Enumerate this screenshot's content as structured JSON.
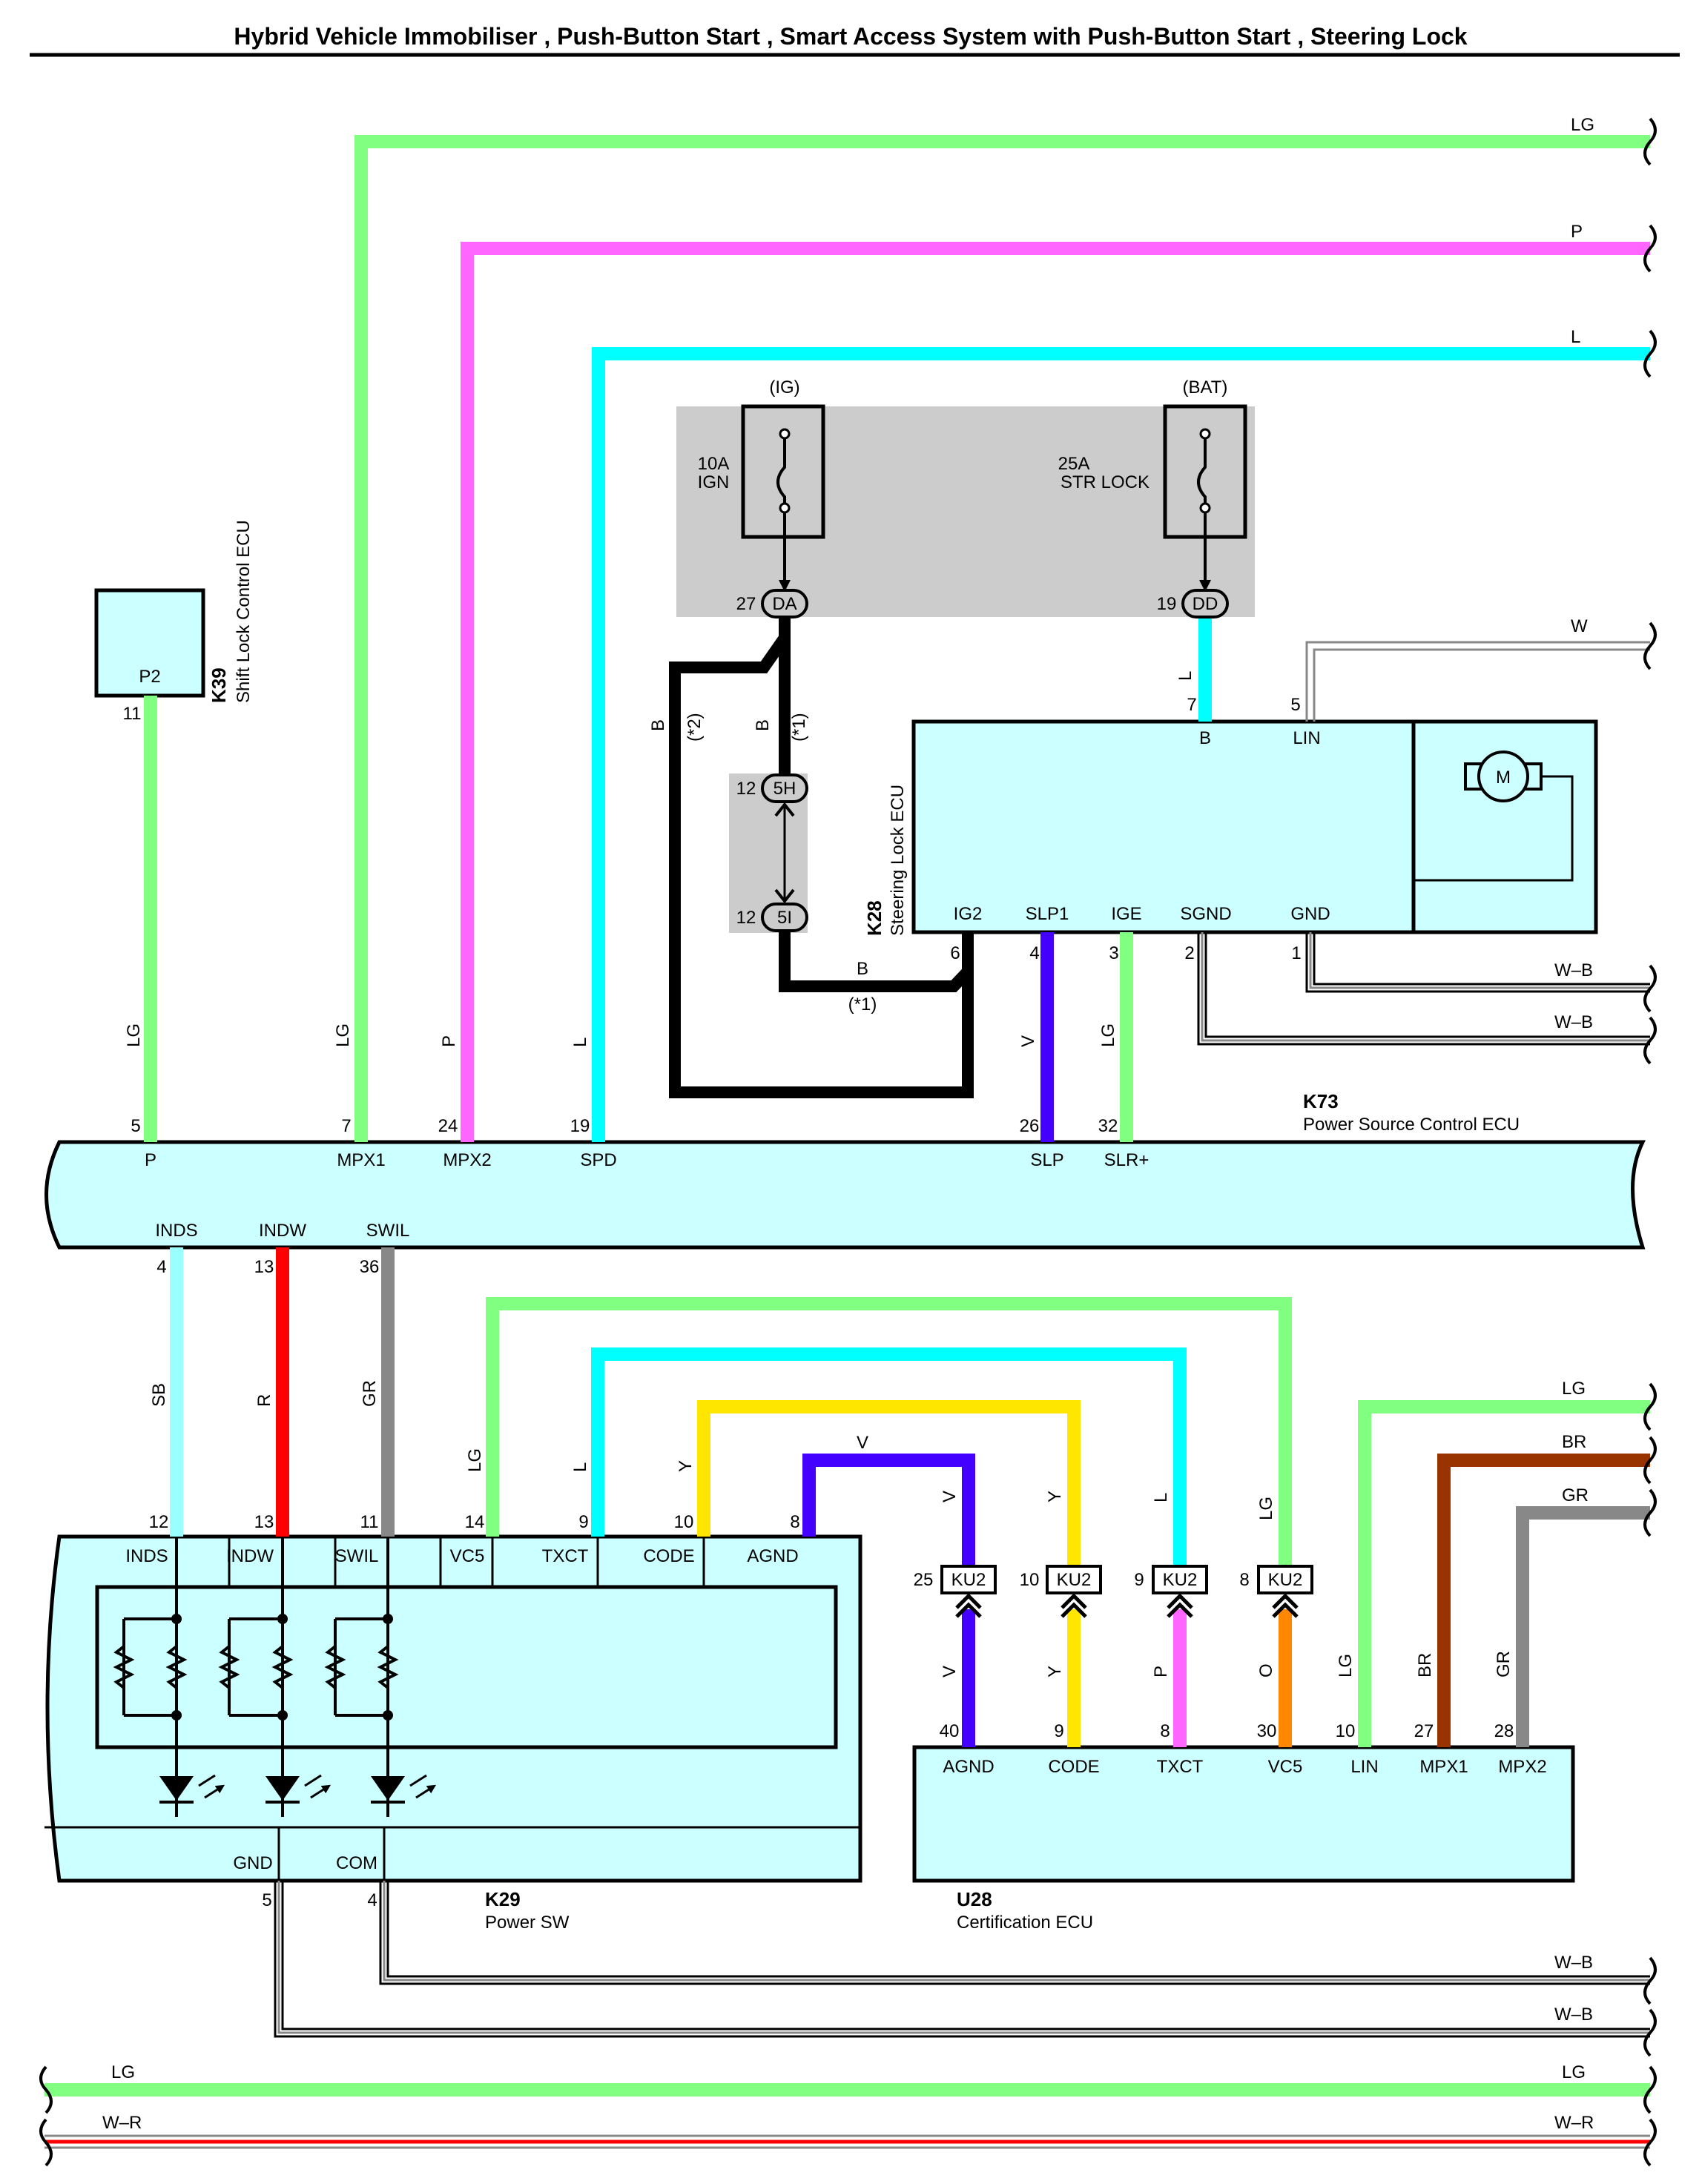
{
  "title": "Hybrid Vehicle Immobiliser , Push-Button Start , Smart Access System with Push-Button Start , Steering Lock",
  "colors": {
    "LG": "#80ff80",
    "P": "#ff66ff",
    "L": "#00ffff",
    "SB": "#99ffff",
    "R": "#ff0000",
    "GR": "#888888",
    "Y": "#ffe600",
    "V": "#4400ff",
    "O": "#ff8800",
    "BR": "#993300",
    "B": "#000000",
    "ecu": "#ccffff",
    "fusebox": "#cccccc"
  },
  "off_page": {
    "lg_top": "LG",
    "p_top": "P",
    "l_top": "L",
    "w_steer": "W",
    "wb_1": "W–B",
    "wb_2": "W–B",
    "lg_cert": "LG",
    "br_cert": "BR",
    "gr_cert": "GR",
    "wb_3": "W–B",
    "wb_4": "W–B",
    "lg_bottom_l": "LG",
    "lg_bottom_r": "LG",
    "wr_bottom_l": "W–R",
    "wr_bottom_r": "W–R"
  },
  "fuses": {
    "ign": {
      "source": "(IG)",
      "rating": "10A",
      "name": "IGN",
      "pin": "27",
      "connector": "DA"
    },
    "str": {
      "source": "(BAT)",
      "rating": "25A",
      "name": "STR LOCK",
      "pin": "19",
      "connector": "DD"
    }
  },
  "junction": {
    "top_pin": "12",
    "top_conn": "5H",
    "bot_pin": "12",
    "bot_conn": "5I"
  },
  "notes": {
    "b_star2": "(*2)",
    "b_star1": "(*1)",
    "b_star1_low": "(*1)"
  },
  "k39": {
    "code": "K39",
    "name": "Shift Lock Control ECU",
    "terminal": "P2",
    "pin": "11",
    "wire": "LG"
  },
  "k28": {
    "code": "K28",
    "name": "Steering Lock ECU",
    "top_terms": [
      {
        "label": "B",
        "pin": "7",
        "wire": "L"
      },
      {
        "label": "LIN",
        "pin": "5",
        "wire": ""
      }
    ],
    "bottom_terms": [
      {
        "label": "IG2",
        "pin": "6"
      },
      {
        "label": "SLP1",
        "pin": "4"
      },
      {
        "label": "IGE",
        "pin": "3"
      },
      {
        "label": "SGND",
        "pin": "2"
      },
      {
        "label": "GND",
        "pin": "1"
      }
    ],
    "motor": "M",
    "wires": {
      "b_a": "B",
      "b_b": "B",
      "b_c": "B",
      "slp": "V",
      "ige": "LG"
    }
  },
  "k73": {
    "code": "K73",
    "name": "Power Source Control ECU",
    "top_terms": [
      {
        "label": "P",
        "pin": "5",
        "wire": "LG"
      },
      {
        "label": "MPX1",
        "pin": "7",
        "wire": "LG"
      },
      {
        "label": "MPX2",
        "pin": "24",
        "wire": "P"
      },
      {
        "label": "SPD",
        "pin": "19",
        "wire": "L"
      },
      {
        "label": "SLP",
        "pin": "26",
        "wire": "V"
      },
      {
        "label": "SLR+",
        "pin": "32",
        "wire": "LG"
      }
    ],
    "bottom_terms": [
      {
        "label": "INDS",
        "pin": "4",
        "wire": "SB"
      },
      {
        "label": "INDW",
        "pin": "13",
        "wire": "R"
      },
      {
        "label": "SWIL",
        "pin": "36",
        "wire": "GR"
      }
    ]
  },
  "k29": {
    "code": "K29",
    "name": "Power SW",
    "top_terms": [
      {
        "label": "INDS",
        "pin": "12"
      },
      {
        "label": "INDW",
        "pin": "13"
      },
      {
        "label": "SWIL",
        "pin": "11"
      },
      {
        "label": "VC5",
        "pin": "14",
        "wire": "LG"
      },
      {
        "label": "TXCT",
        "pin": "9",
        "wire": "L"
      },
      {
        "label": "CODE",
        "pin": "10",
        "wire": "Y"
      },
      {
        "label": "AGND",
        "pin": "8",
        "wire": "V"
      }
    ],
    "bottom_terms": [
      {
        "label": "GND",
        "pin": "5"
      },
      {
        "label": "COM",
        "pin": "4"
      }
    ]
  },
  "ku2": [
    {
      "pin": "25",
      "conn": "KU2",
      "up": "V",
      "down": "V"
    },
    {
      "pin": "10",
      "conn": "KU2",
      "up": "Y",
      "down": "Y"
    },
    {
      "pin": "9",
      "conn": "KU2",
      "up": "L",
      "down": "P"
    },
    {
      "pin": "8",
      "conn": "KU2",
      "up": "LG",
      "down": "O"
    }
  ],
  "agnd_wire": "V",
  "u28": {
    "code": "U28",
    "name": "Certification ECU",
    "terms": [
      {
        "label": "AGND",
        "pin": "40"
      },
      {
        "label": "CODE",
        "pin": "9"
      },
      {
        "label": "TXCT",
        "pin": "8"
      },
      {
        "label": "VC5",
        "pin": "30"
      },
      {
        "label": "LIN",
        "pin": "10",
        "wire": "LG"
      },
      {
        "label": "MPX1",
        "pin": "27",
        "wire": "BR"
      },
      {
        "label": "MPX2",
        "pin": "28",
        "wire": "GR"
      }
    ]
  }
}
